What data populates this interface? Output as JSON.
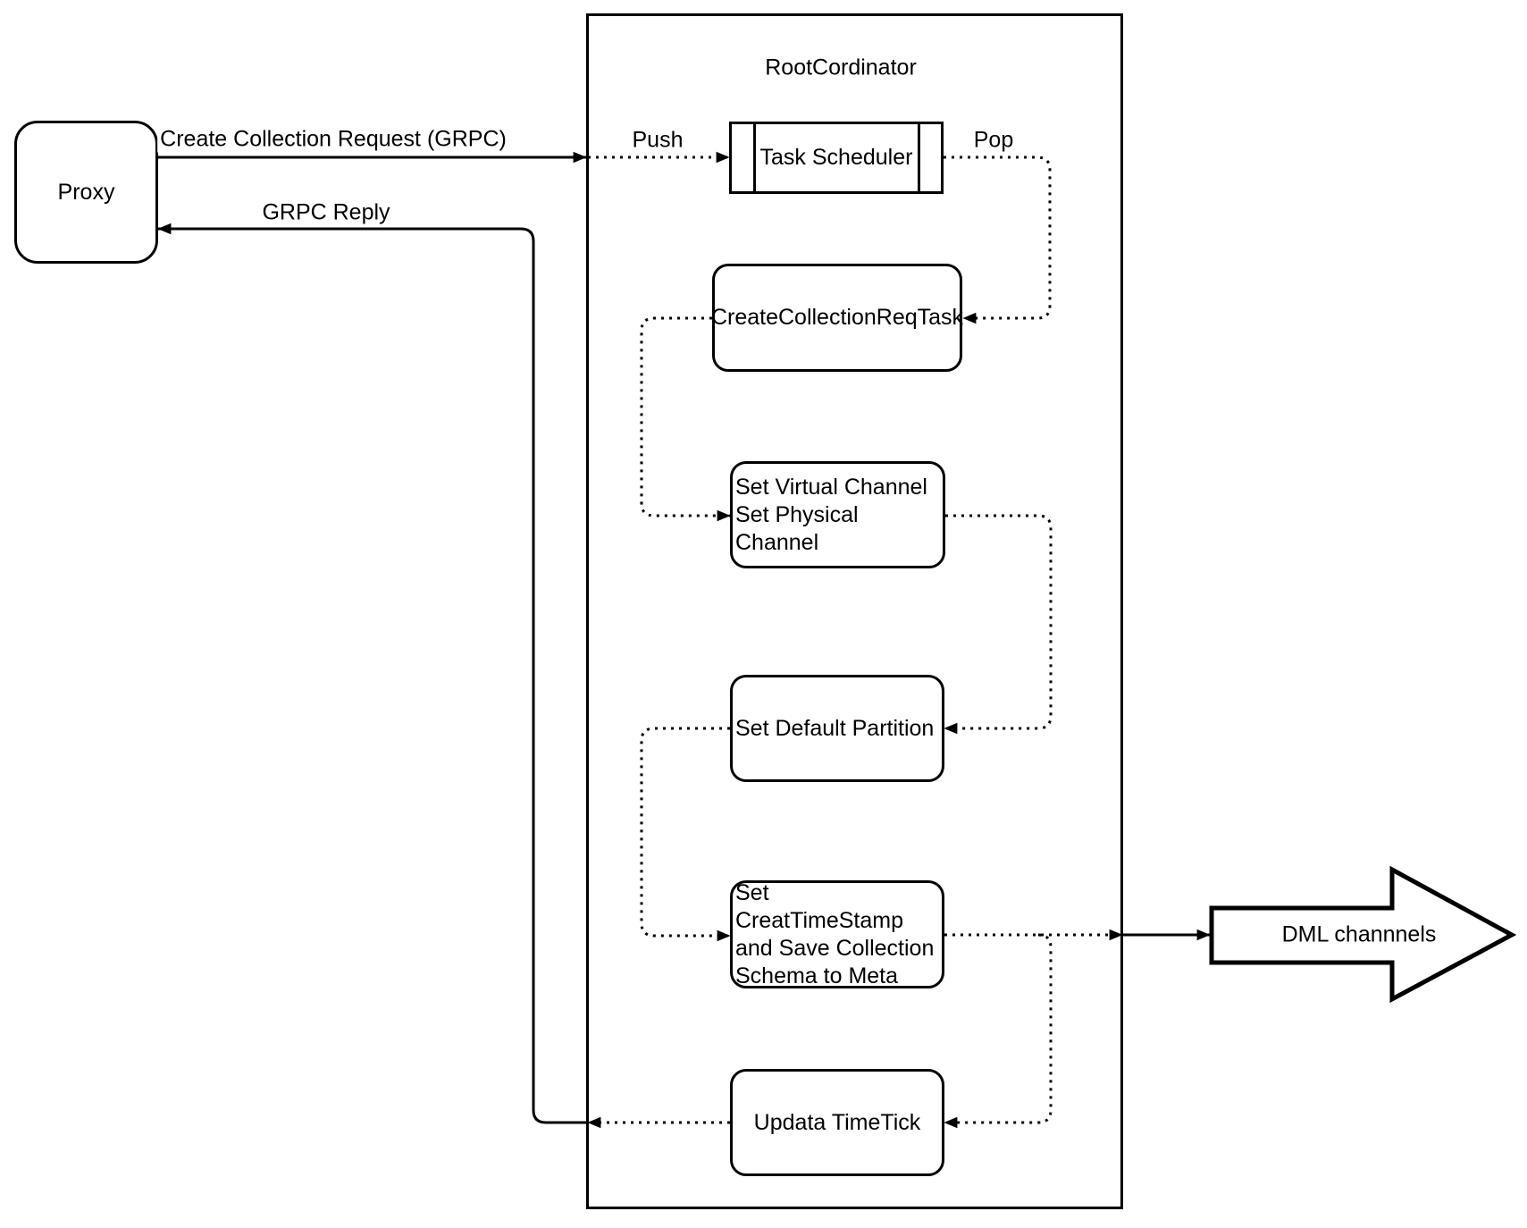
{
  "diagram": {
    "title": "RootCordinator",
    "colors": {
      "stroke": "#000000",
      "background": "#ffffff"
    },
    "nodes": {
      "proxy": {
        "label": "Proxy"
      },
      "root_coordinator": {
        "label": "RootCordinator"
      },
      "task_scheduler": {
        "label": "Task Scheduler"
      },
      "create_collection_req_task": {
        "label": "CreateCollectionReqTask"
      },
      "set_channels": {
        "label": "Set Virtual Channel\nSet Physical Channel"
      },
      "set_default_partition": {
        "label": "Set Default Partition"
      },
      "set_creat_timestamp": {
        "label": "Set CreatTimeStamp\nand Save Collection\nSchema to Meta"
      },
      "updata_timetick": {
        "label": "Updata TimeTick"
      },
      "dml_channels": {
        "label": "DML channnels"
      }
    },
    "edges": {
      "create_collection_request": {
        "label": "Create Collection Request (GRPC)"
      },
      "grpc_reply": {
        "label": "GRPC Reply"
      },
      "push": {
        "label": "Push"
      },
      "pop": {
        "label": "Pop"
      }
    }
  }
}
